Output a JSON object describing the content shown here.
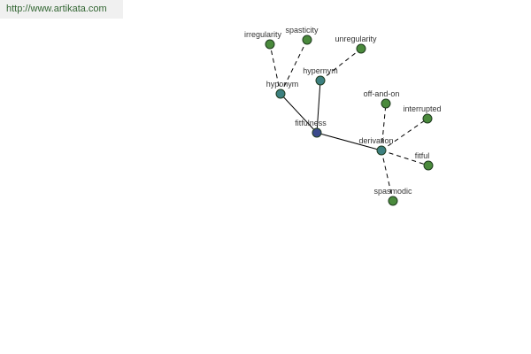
{
  "source": {
    "url_text": "http://www.artikata.com",
    "color": "#336633"
  },
  "graph": {
    "colors": {
      "root": "#3b4a8c",
      "relation": "#3d8080",
      "leaf": "#4a8a3c",
      "edge": "#000000"
    },
    "nodes": [
      {
        "id": "fitfulness",
        "label": "fitfulness",
        "kind": "root"
      },
      {
        "id": "hyponym",
        "label": "hyponym",
        "kind": "relation"
      },
      {
        "id": "hypernym",
        "label": "hypernym",
        "kind": "relation"
      },
      {
        "id": "derivation",
        "label": "derivation",
        "kind": "relation"
      },
      {
        "id": "irregularity",
        "label": "irregularity",
        "kind": "leaf"
      },
      {
        "id": "spasticity",
        "label": "spasticity",
        "kind": "leaf"
      },
      {
        "id": "unregularity",
        "label": "unregularity",
        "kind": "leaf"
      },
      {
        "id": "off-and-on",
        "label": "off-and-on",
        "kind": "leaf"
      },
      {
        "id": "interrupted",
        "label": "interrupted",
        "kind": "leaf"
      },
      {
        "id": "fitful",
        "label": "fitful",
        "kind": "leaf"
      },
      {
        "id": "spasmodic",
        "label": "spasmodic",
        "kind": "leaf"
      }
    ],
    "edges": [
      {
        "from": "fitfulness",
        "to": "hyponym",
        "style": "solid"
      },
      {
        "from": "fitfulness",
        "to": "hypernym",
        "style": "solid"
      },
      {
        "from": "fitfulness",
        "to": "derivation",
        "style": "solid"
      },
      {
        "from": "hyponym",
        "to": "irregularity",
        "style": "dashed"
      },
      {
        "from": "hyponym",
        "to": "spasticity",
        "style": "dashed"
      },
      {
        "from": "hypernym",
        "to": "unregularity",
        "style": "dashed"
      },
      {
        "from": "derivation",
        "to": "off-and-on",
        "style": "dashed"
      },
      {
        "from": "derivation",
        "to": "interrupted",
        "style": "dashed"
      },
      {
        "from": "derivation",
        "to": "fitful",
        "style": "dashed"
      },
      {
        "from": "derivation",
        "to": "spasmodic",
        "style": "dashed"
      }
    ]
  }
}
